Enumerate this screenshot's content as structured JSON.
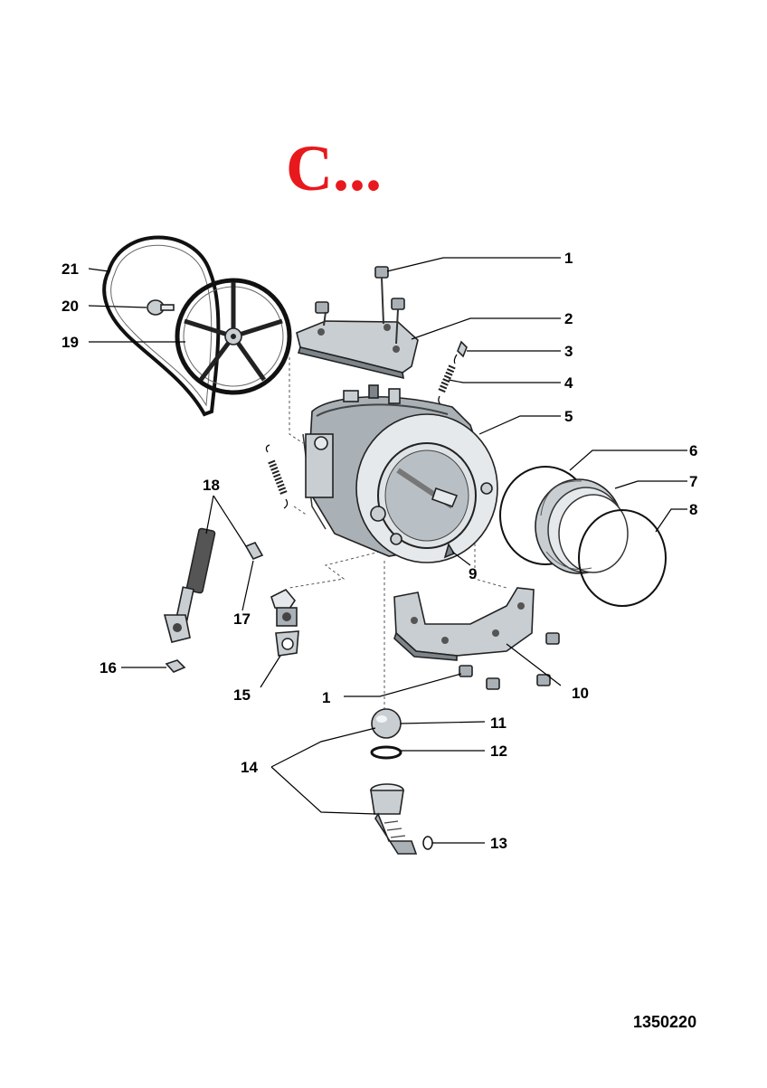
{
  "title": "C...",
  "document_number": "1350220",
  "labels": {
    "l1a": "1",
    "l2": "2",
    "l3": "3",
    "l4": "4",
    "l5": "5",
    "l6": "6",
    "l7": "7",
    "l8": "8",
    "l9": "9",
    "l10": "10",
    "l1b": "1",
    "l11": "11",
    "l12": "12",
    "l13": "13",
    "l14": "14",
    "l15": "15",
    "l16": "16",
    "l17": "17",
    "l18": "18",
    "l19": "19",
    "l20": "20",
    "l21": "21"
  },
  "colors": {
    "title": "#e8181c",
    "part_fill": "#c9ced2",
    "line": "#000000"
  }
}
